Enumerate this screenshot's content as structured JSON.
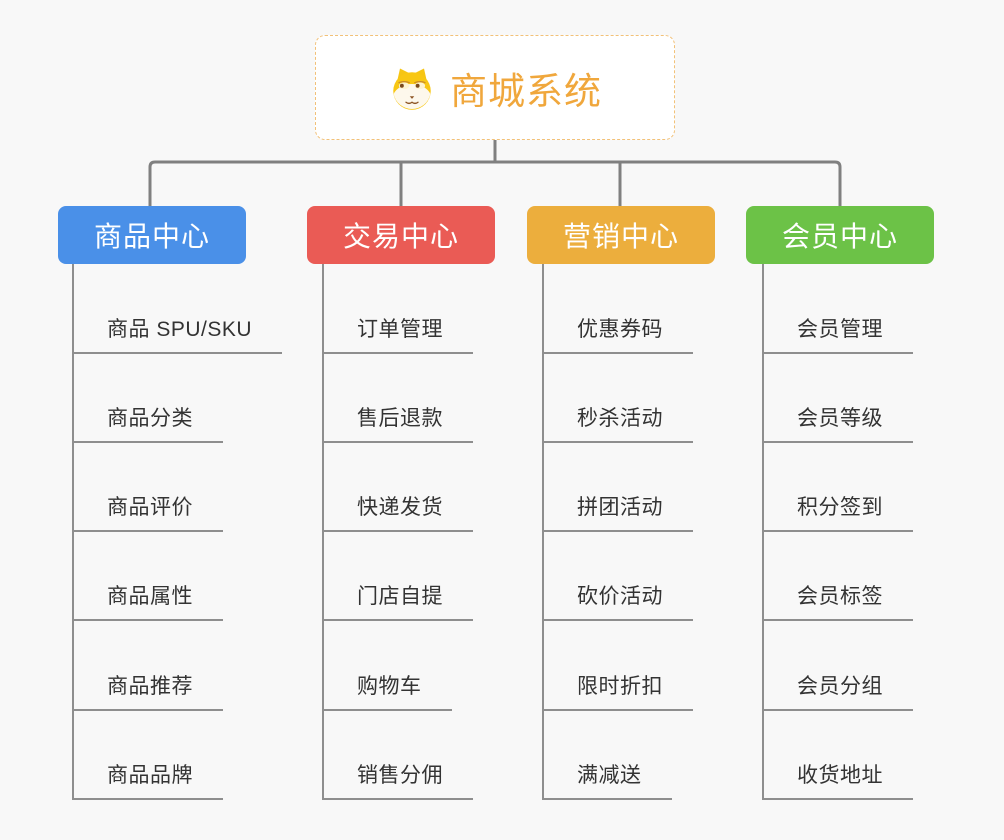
{
  "root": {
    "label": "商城系统",
    "icon": "shiba-dog-icon",
    "text_color": "#f0a73c",
    "border_color": "#f2c178",
    "background": "#ffffff"
  },
  "branches": [
    {
      "label": "商品中心",
      "color": "#4a90e8",
      "children": [
        "商品 SPU/SKU",
        "商品分类",
        "商品评价",
        "商品属性",
        "商品推荐",
        "商品品牌"
      ]
    },
    {
      "label": "交易中心",
      "color": "#ea5b55",
      "children": [
        "订单管理",
        "售后退款",
        "快递发货",
        "门店自提",
        "购物车",
        "销售分佣"
      ]
    },
    {
      "label": "营销中心",
      "color": "#ecae3d",
      "children": [
        "优惠券码",
        "秒杀活动",
        "拼团活动",
        "砍价活动",
        "限时折扣",
        "满减送"
      ]
    },
    {
      "label": "会员中心",
      "color": "#6cc247",
      "children": [
        "会员管理",
        "会员等级",
        "积分签到",
        "会员标签",
        "会员分组",
        "收货地址"
      ]
    }
  ],
  "style": {
    "connector_color": "#808080",
    "child_line_color": "#8e8e8e",
    "child_text_color": "#333333",
    "canvas_background": "#f8f8f8"
  }
}
